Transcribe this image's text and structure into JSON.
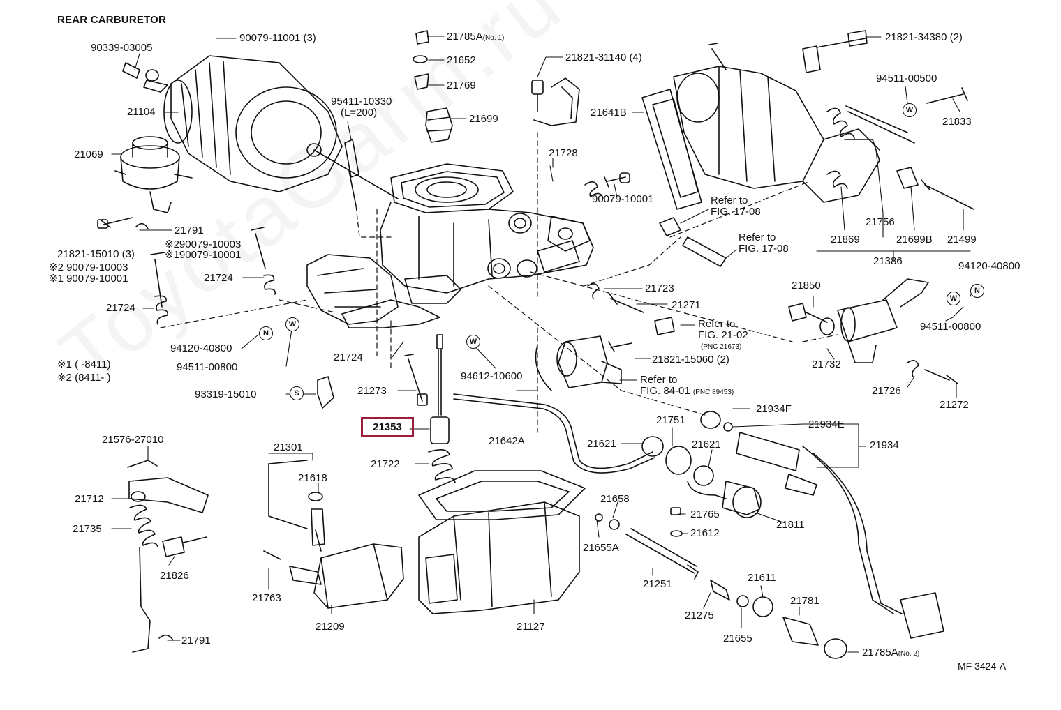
{
  "title": "REAR CARBURETOR",
  "footer_code": "MF 3424-A",
  "watermark": "ToyotaGarm.ru",
  "highlight": {
    "part": "21353",
    "color": "#9c1c3c"
  },
  "callouts": {
    "p90339": "90339-03005",
    "p90079a": "90079-11001 (3)",
    "p21104": "21104",
    "p21069": "21069",
    "p95411": "95411-10330",
    "p95411b": "(L=200)",
    "p21785a1": "21785A",
    "p21785a1n": "(No. 1)",
    "p21652": "21652",
    "p21769": "21769",
    "p21699": "21699",
    "p21821a": "21821-31140 (4)",
    "p21641b": "21641B",
    "p21728": "21728",
    "p90079b": "90079-10001",
    "p21821b": "21821-34380 (2)",
    "p94511a": "94511-00500",
    "p21833": "21833",
    "refer1": "Refer to",
    "refer1b": "FIG. 17-08",
    "refer2": "Refer to",
    "refer2b": "FIG. 17-08",
    "p21756": "21756",
    "p21869": "21869",
    "p21699b": "21699B",
    "p21499": "21499",
    "p21386": "21386",
    "p21791a": "21791",
    "p21821c": "21821-15010 (3)",
    "p2_90079": "※290079-10003",
    "p1_90079": "※190079-10001",
    "p2_90079b": "※2 90079-10003",
    "p1_90079b": "※1 90079-10001",
    "p21724a": "21724",
    "p21724b": "21724",
    "p94120a": "94120-40800",
    "p94511b": "94511-00800",
    "note1": "※1 (      -8411)",
    "note2": "※2 (8411-        )",
    "p21723": "21723",
    "p21271": "21271",
    "refer3": "Refer to",
    "refer3b": "FIG. 21-02",
    "refer3c": "(PNC 21673)",
    "p21850": "21850",
    "p94120b": "94120-40800",
    "p94511c": "94511-00800",
    "p21732": "21732",
    "p21724c": "21724",
    "p94612": "94612-10600",
    "p21821d": "21821-15060 (2)",
    "refer4": "Refer to",
    "refer4b": "FIG. 84-01",
    "refer4c": "(PNC 89453)",
    "p93319": "93319-15010",
    "p21273": "21273",
    "p21726": "21726",
    "p21272": "21272",
    "p21934f": "21934F",
    "p21751": "21751",
    "p21934e": "21934E",
    "p21934": "21934",
    "p21621a": "21621",
    "p21621b": "21621",
    "p21576": "21576-27010",
    "p21301": "21301",
    "p21642a": "21642A",
    "p21722": "21722",
    "p21618": "21618",
    "p21712": "21712",
    "p21735": "21735",
    "p21658": "21658",
    "p21765": "21765",
    "p21612": "21612",
    "p21811": "21811",
    "p21655a": "21655A",
    "p21826": "21826",
    "p21251": "21251",
    "p21611": "21611",
    "p21763": "21763",
    "p21781": "21781",
    "p21275": "21275",
    "p21209": "21209",
    "p21127": "21127",
    "p21655": "21655",
    "p21785a2": "21785A",
    "p21785a2n": "(No. 2)",
    "p21791b": "21791"
  },
  "badges": {
    "w": "W",
    "n": "N",
    "s": "S"
  }
}
